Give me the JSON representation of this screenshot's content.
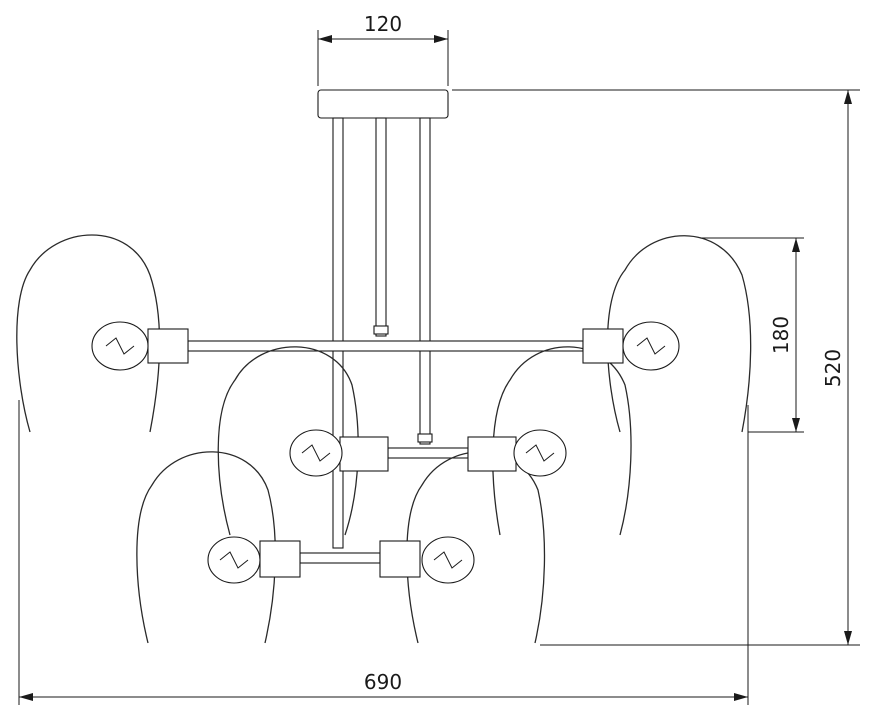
{
  "dimensions": {
    "canopy_width": "120",
    "shade_height": "180",
    "total_height": "520",
    "total_width": "690"
  }
}
